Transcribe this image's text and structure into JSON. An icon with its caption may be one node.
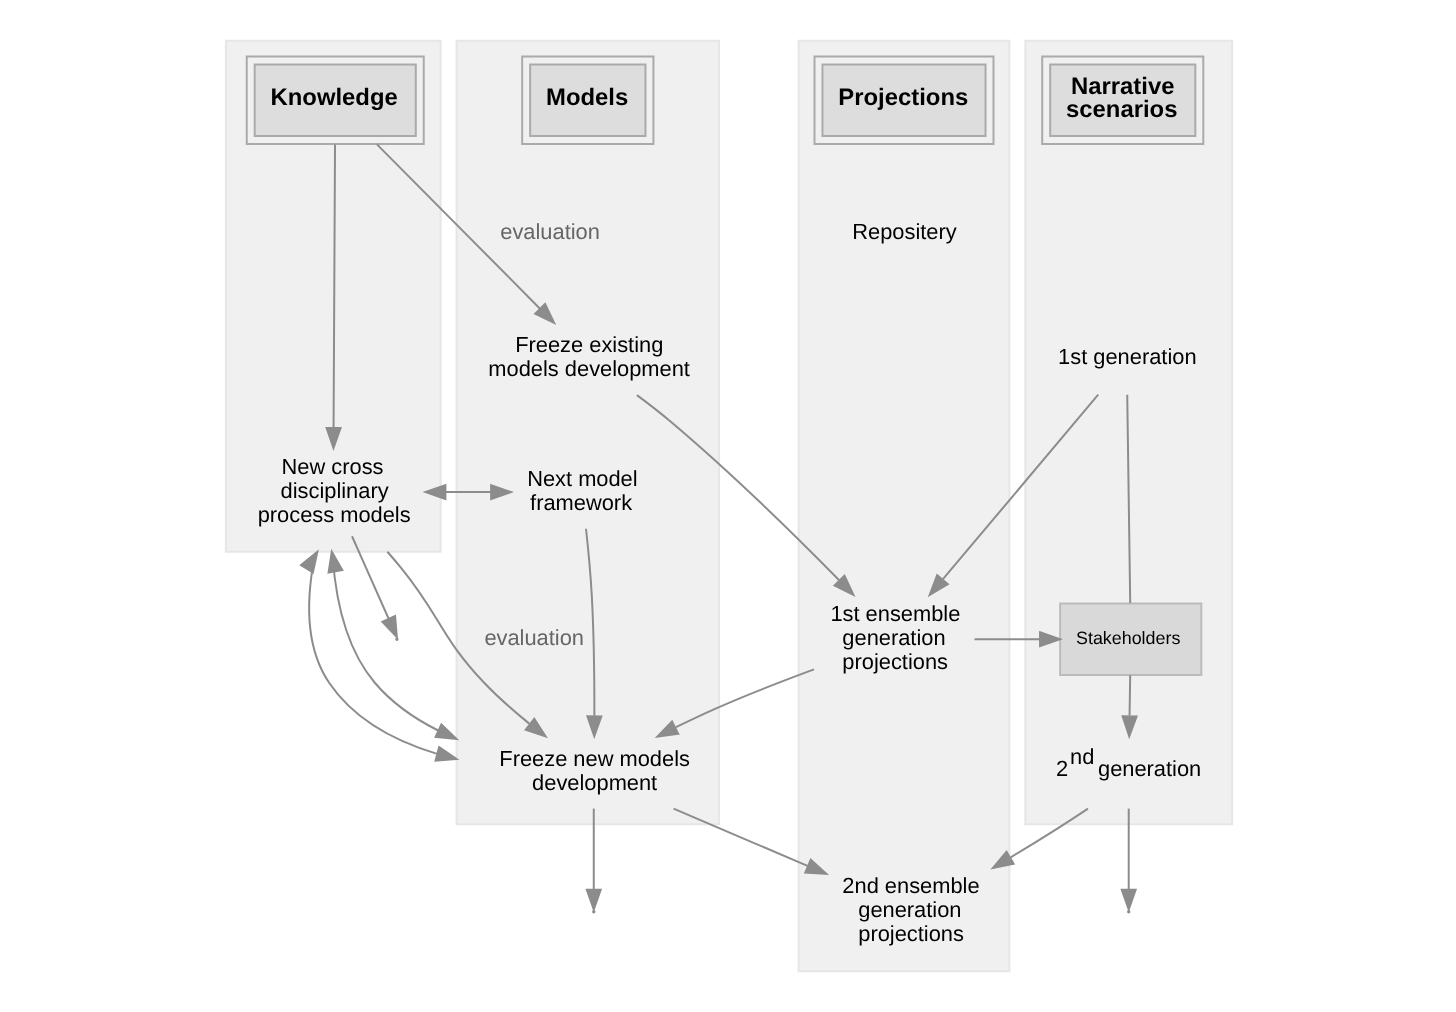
{
  "diagram": {
    "nodes": [
      {
        "text": [],
        "shape": "box"
      },
      {
        "text": [
          "Knowledge"
        ],
        "in": 0
      },
      {
        "text": [
          "New cross disciplinary process models"
        ],
        "in": 0
      },
      {
        "text": [],
        "shape": "box"
      },
      {
        "text": [
          "Models"
        ],
        "in": 3
      },
      {
        "text": [
          "Freeze existing models development"
        ],
        "in": 3
      },
      {
        "text": [
          "Next model framework"
        ],
        "in": 3
      },
      {
        "text": [
          "Freeze new models development"
        ],
        "in": 3
      },
      {
        "text": [],
        "shape": "box"
      },
      {
        "text": [
          "Projections"
        ],
        "in": 8
      },
      {
        "text": [
          "Repositery"
        ],
        "in": 8
      },
      {
        "text": [
          "1st ensemble generation projections"
        ],
        "in": 8
      },
      {
        "text": [
          "2nd ensemble generation projections"
        ],
        "in": 8
      },
      {
        "text": [],
        "shape": "box"
      },
      {
        "text": [
          "Narrative scenarios"
        ],
        "in": 13
      },
      {
        "text": [
          "1st generation"
        ],
        "in": 13
      },
      {
        "text": [
          "Stakeholders"
        ],
        "in": 13
      },
      {
        "text": [
          "2$^{nd}$ generation"
        ],
        "in": 13
      }
    ],
    "edges": [
      {
        "from": 1,
        "to": 5,
        "arrow": "to",
        "label": "evaluation"
      },
      {
        "from": 1,
        "to": 2,
        "arrow": "to"
      },
      {
        "from": 2,
        "to": 6,
        "arrow": "both"
      },
      {
        "from": 2,
        "to": null,
        "arrow": "to"
      },
      {
        "from": 0,
        "to": 3,
        "arrow": "both"
      },
      {
        "from": 0,
        "to": 7,
        "arrow": "to",
        "label": "evaluation"
      },
      {
        "from": 0,
        "to": 3,
        "arrow": "both"
      },
      {
        "from": 5,
        "to": 11,
        "arrow": "to"
      },
      {
        "from": 6,
        "to": 7,
        "arrow": "to"
      },
      {
        "from": 7,
        "to": null,
        "arrow": "to"
      },
      {
        "from": 7,
        "to": 12,
        "arrow": "to"
      },
      {
        "from": 11,
        "to": 7,
        "arrow": "to"
      },
      {
        "from": 11,
        "to": 16,
        "arrow": "to"
      },
      {
        "from": 15,
        "to": 11,
        "arrow": "to"
      },
      {
        "from": 17,
        "to": 12,
        "arrow": "to"
      },
      {
        "from": 15,
        "to": 16,
        "arrow": "none"
      },
      {
        "from": 16,
        "to": 17,
        "arrow": "to"
      },
      {
        "from": 17,
        "to": null,
        "arrow": "to"
      }
    ]
  }
}
